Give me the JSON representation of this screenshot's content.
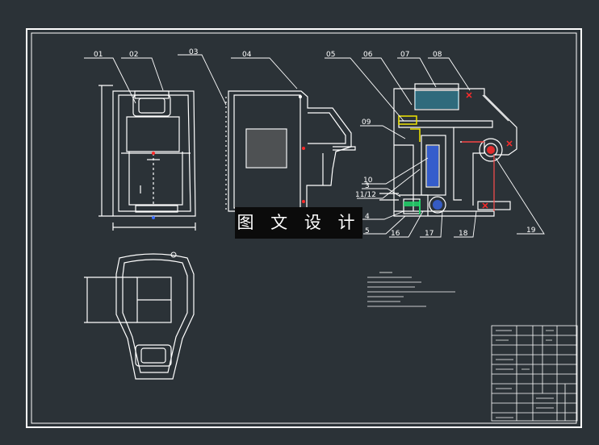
{
  "callouts": [
    "01",
    "02",
    "03",
    "04",
    "05",
    "06",
    "07",
    "08",
    "09",
    "10",
    "11/12",
    "3",
    "4",
    "5",
    "16",
    "17",
    "18",
    "19"
  ],
  "watermark": "图 文 设 计",
  "colors": {
    "background": "#2b3237",
    "line": "#ffffff",
    "accent_red": "#ff2a2a",
    "accent_blue": "#3a6cff",
    "accent_yellow": "#f2e600",
    "accent_green": "#22d36b",
    "accent_cyan": "#36d3ff"
  }
}
